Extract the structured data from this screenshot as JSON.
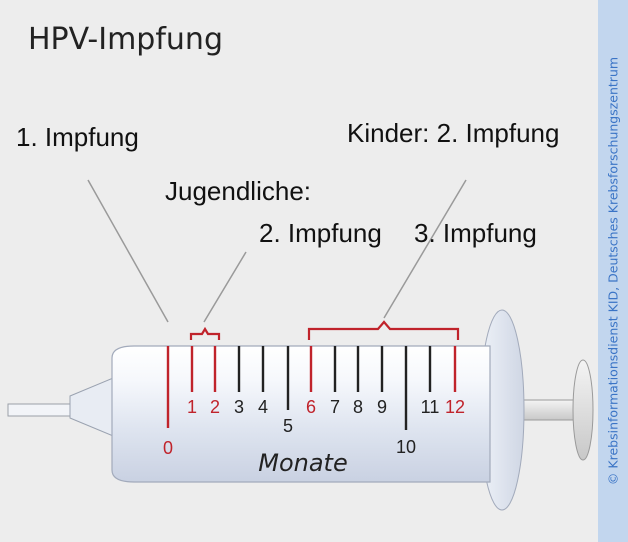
{
  "title": "HPV-Impfung",
  "copyright": "© Krebsinformationsdienst KID, Deutsches Krebsforschungszentrum",
  "labels": {
    "first_dose": "1. Impfung",
    "children_second": "Kinder: 2. Impfung",
    "teens_line1": "Jugendliche:",
    "teens_line2": "2. Impfung",
    "third_dose": "3. Impfung",
    "unit": "Monate"
  },
  "scale": {
    "months": [
      "0",
      "1",
      "2",
      "3",
      "4",
      "5",
      "6",
      "7",
      "8",
      "9",
      "10",
      "11",
      "12"
    ],
    "highlighted": [
      "0",
      "1",
      "2",
      "6",
      "12"
    ]
  },
  "colors": {
    "accent_red": "#c0232b",
    "tick_black": "#222222",
    "background": "#ededed",
    "stripe": "#c2d6ee",
    "copyright_text": "#3a74c6"
  }
}
